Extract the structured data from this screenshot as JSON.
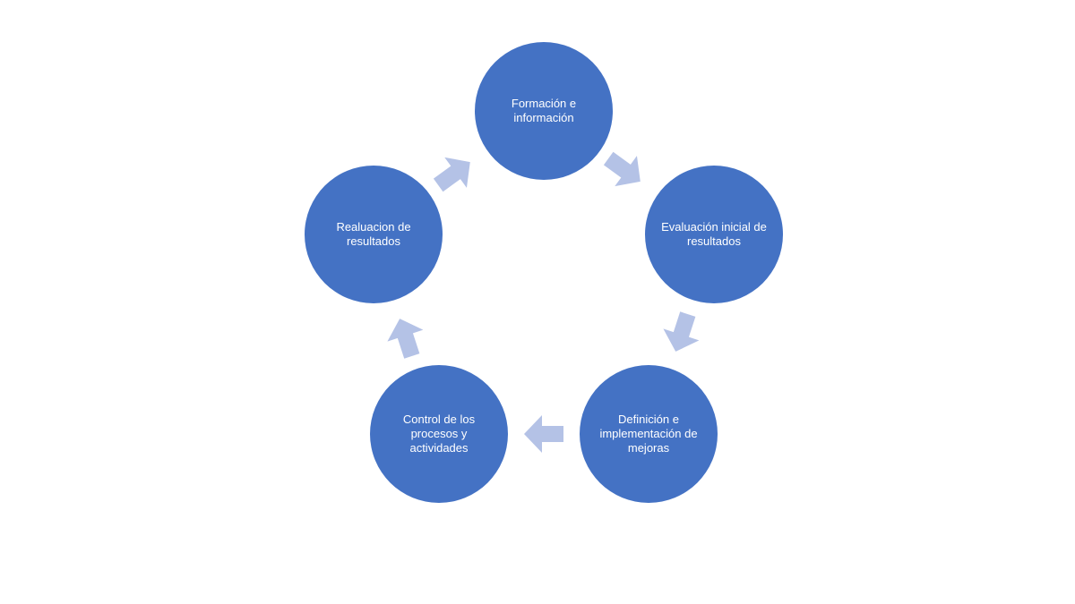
{
  "colors": {
    "node_fill": "#4472c4",
    "arrow_fill": "#b4c2e6",
    "label_text": "#ffffff",
    "background": "#ffffff"
  },
  "nodes": [
    {
      "id": "formacion",
      "label": "Formación e información"
    },
    {
      "id": "evaluacion",
      "label": "Evaluación inicial de resultados"
    },
    {
      "id": "definicion",
      "label": "Definición e implementación de mejoras"
    },
    {
      "id": "control",
      "label": "Control de los procesos y actividades"
    },
    {
      "id": "realuacion",
      "label": "Realuacion de resultados"
    }
  ]
}
